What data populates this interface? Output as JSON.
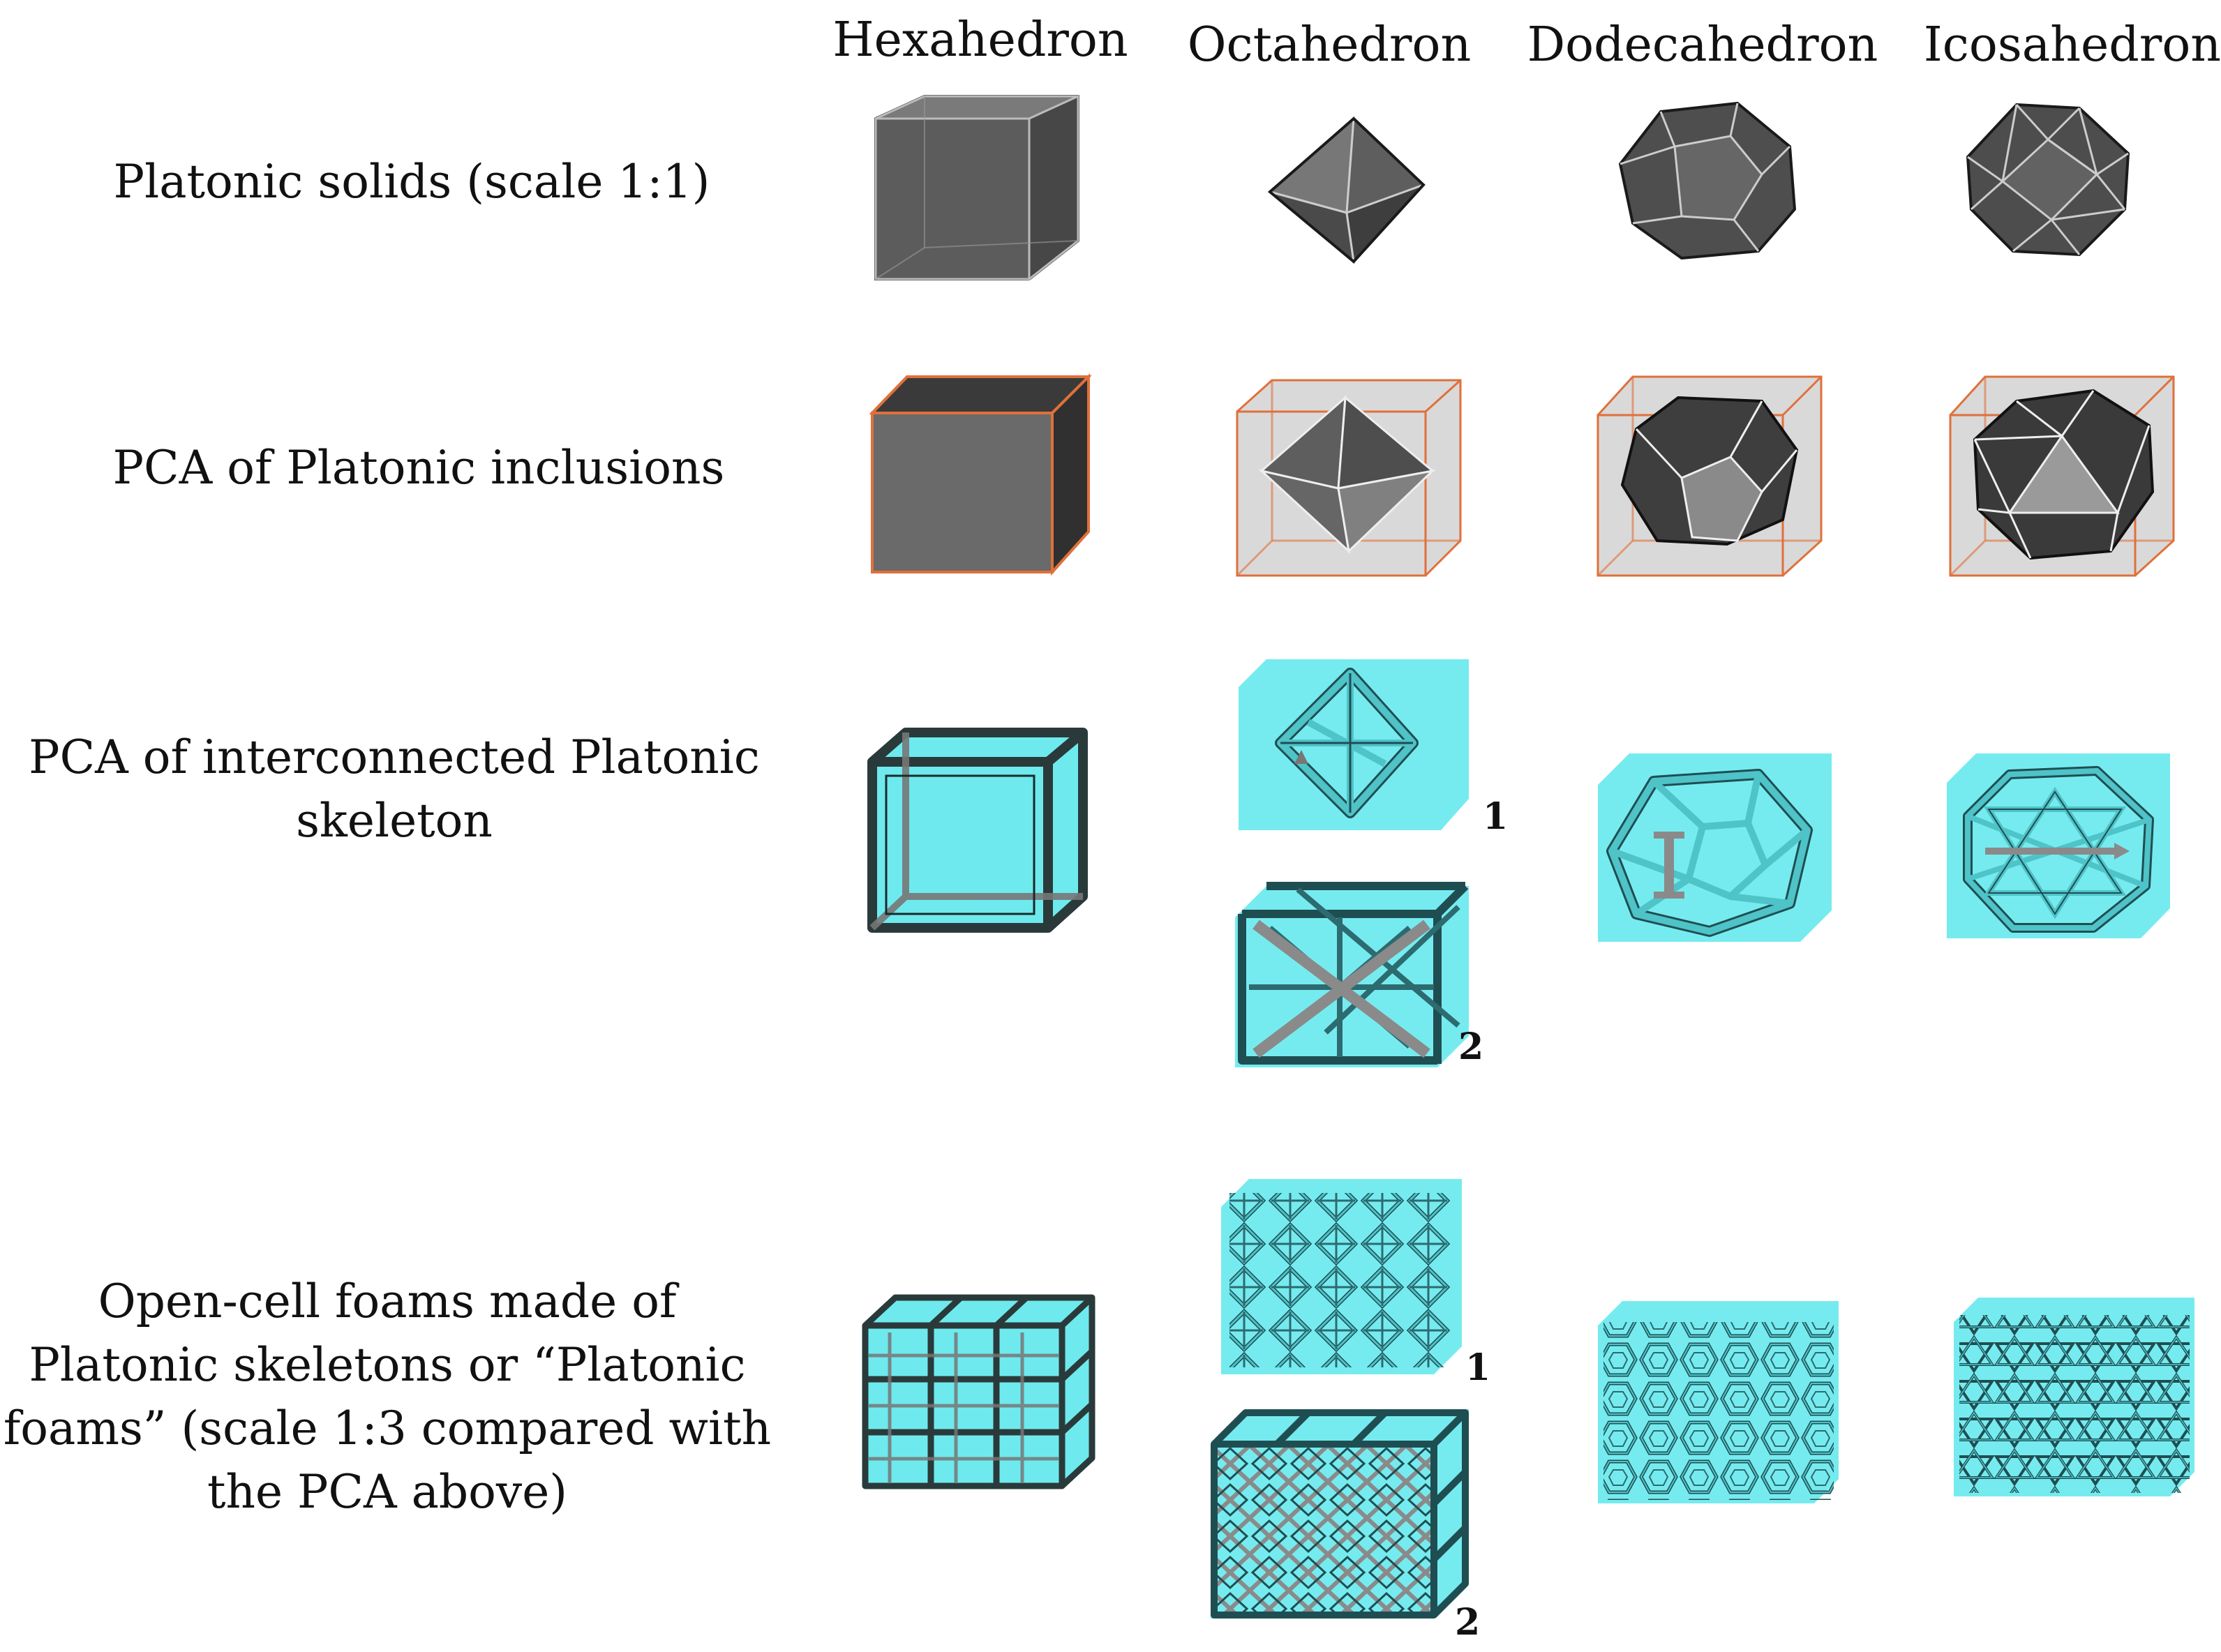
{
  "columns": [
    "Hexahedron",
    "Octahedron",
    "Dodecahedron",
    "Icosahedron"
  ],
  "rows": [
    {
      "label": "Platonic solids (scale 1:1)"
    },
    {
      "label": "PCA of Platonic inclusions"
    },
    {
      "label": "PCA of interconnected Platonic skeleton"
    },
    {
      "label": "Open-cell foams made of Platonic skeletons or “Platonic foams” (scale 1:3 compared with the PCA above)"
    }
  ],
  "variant_labels": {
    "skeleton_octa_1": "1",
    "skeleton_octa_2": "2",
    "foam_octa_1": "1",
    "foam_octa_2": "2"
  },
  "colors": {
    "solid_dark": "#4a4a4a",
    "solid_mid": "#6e6e6e",
    "solid_light": "#9a9a9a",
    "cell_edge": "#e0703a",
    "cell_fill": "#d9d9d9",
    "matrix_cyan": "#5ee8ec",
    "strut_dark": "#2a3a3a"
  }
}
